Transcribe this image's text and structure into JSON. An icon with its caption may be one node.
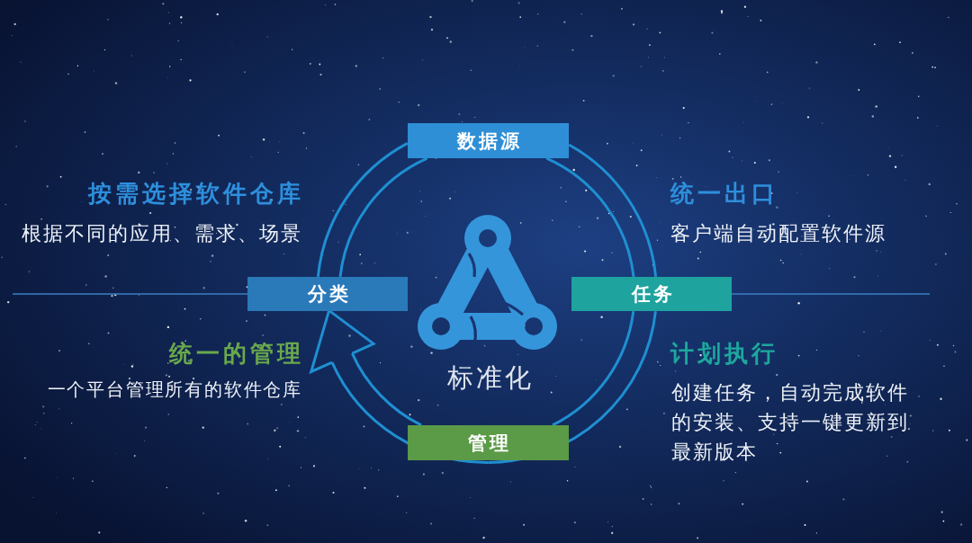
{
  "diagram": {
    "nodes": [
      {
        "text": [
          "数据源"
        ]
      },
      {
        "text": [
          "分类"
        ]
      },
      {
        "text": [
          "任务"
        ]
      },
      {
        "text": [
          "管理"
        ]
      }
    ],
    "edges": [
      {
        "from": 1,
        "to": 0,
        "arrow": "none"
      },
      {
        "from": 0,
        "to": 2,
        "arrow": "none"
      },
      {
        "from": 2,
        "to": 3,
        "arrow": "none"
      },
      {
        "from": 3,
        "to": 1,
        "arrow": "to"
      }
    ],
    "labels": [
      "按需选择软件仓库",
      "根据不同的应用、需求、场景",
      "统一出口",
      "客户端自动配置软件源",
      "标准化",
      "统一的管理",
      "一个平台管理所有的软件仓库",
      "计划执行",
      "创建任务，自动完成软件的安装、支持一键更新到最新版本"
    ]
  }
}
